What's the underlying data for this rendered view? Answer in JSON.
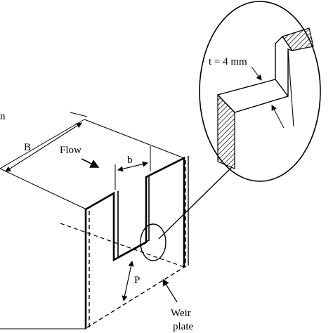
{
  "labels": {
    "thickness": "t = 4 mm",
    "edge_fragment": "n",
    "width": "B",
    "flow": "Flow",
    "notch_width": "b",
    "height": "P",
    "weir_line1": "Weir",
    "weir_line2": "plate"
  },
  "colors": {
    "ink": "#000000",
    "background": "#ffffff"
  }
}
